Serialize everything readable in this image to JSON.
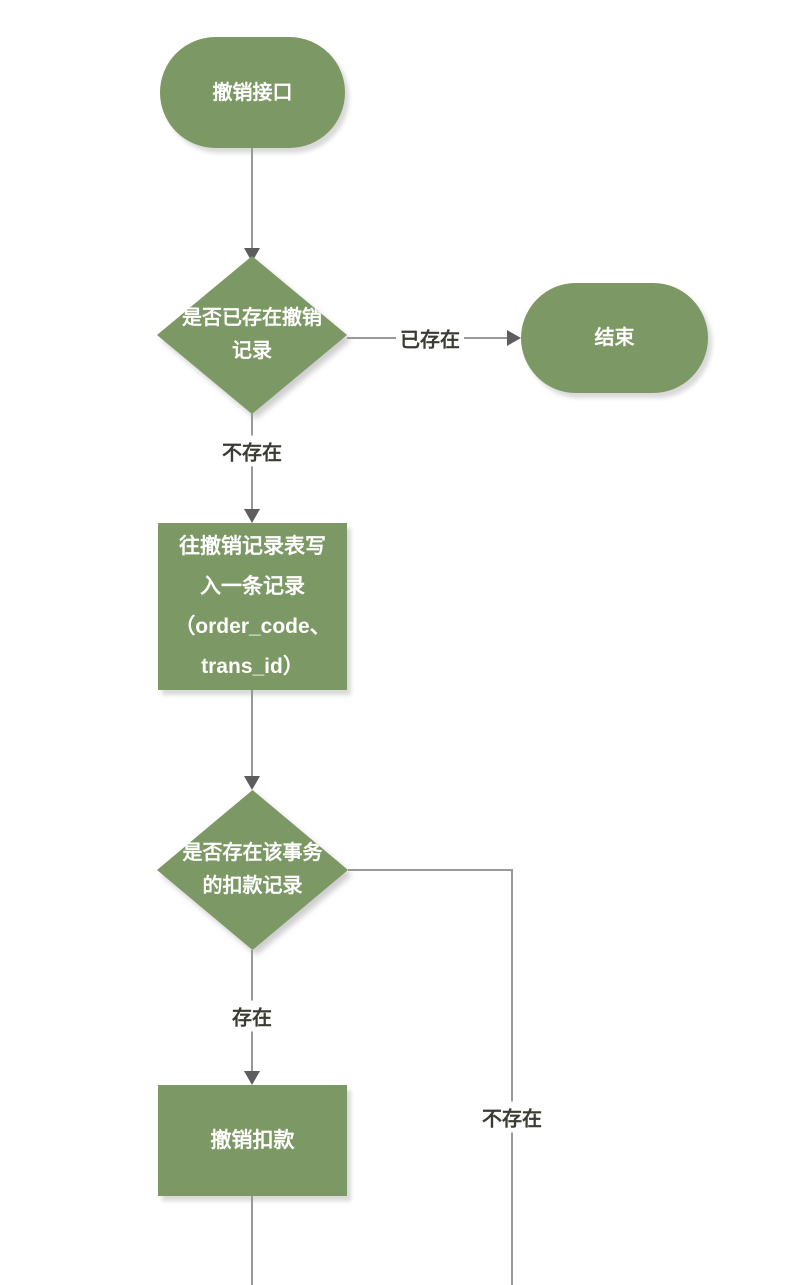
{
  "flowchart": {
    "nodes": {
      "start": {
        "type": "stadium",
        "label": "撤销接口"
      },
      "check_cancel_record": {
        "type": "diamond",
        "line1": "是否已存在撤销",
        "line2": "记录"
      },
      "end": {
        "type": "stadium",
        "label": "结束"
      },
      "write_cancel_record": {
        "type": "process",
        "line1": "往撤销记录表写",
        "line2": "入一条记录",
        "line3": "（order_code、",
        "line4": "trans_id）"
      },
      "check_deduction_record": {
        "type": "diamond",
        "line1": "是否存在该事务",
        "line2": "的扣款记录"
      },
      "cancel_deduction": {
        "type": "process",
        "label": "撤销扣款"
      }
    },
    "edge_labels": {
      "already_exists": "已存在",
      "not_exists": "不存在",
      "exists": "存在",
      "not_exists_branch": "不存在"
    },
    "colors": {
      "node_fill": "#7C9864",
      "node_text": "#FFFFFF",
      "connector": "#999999",
      "arrowhead": "#5D5D5D",
      "edge_label_text": "#3B3B33",
      "background": "#FFFFFF"
    }
  }
}
